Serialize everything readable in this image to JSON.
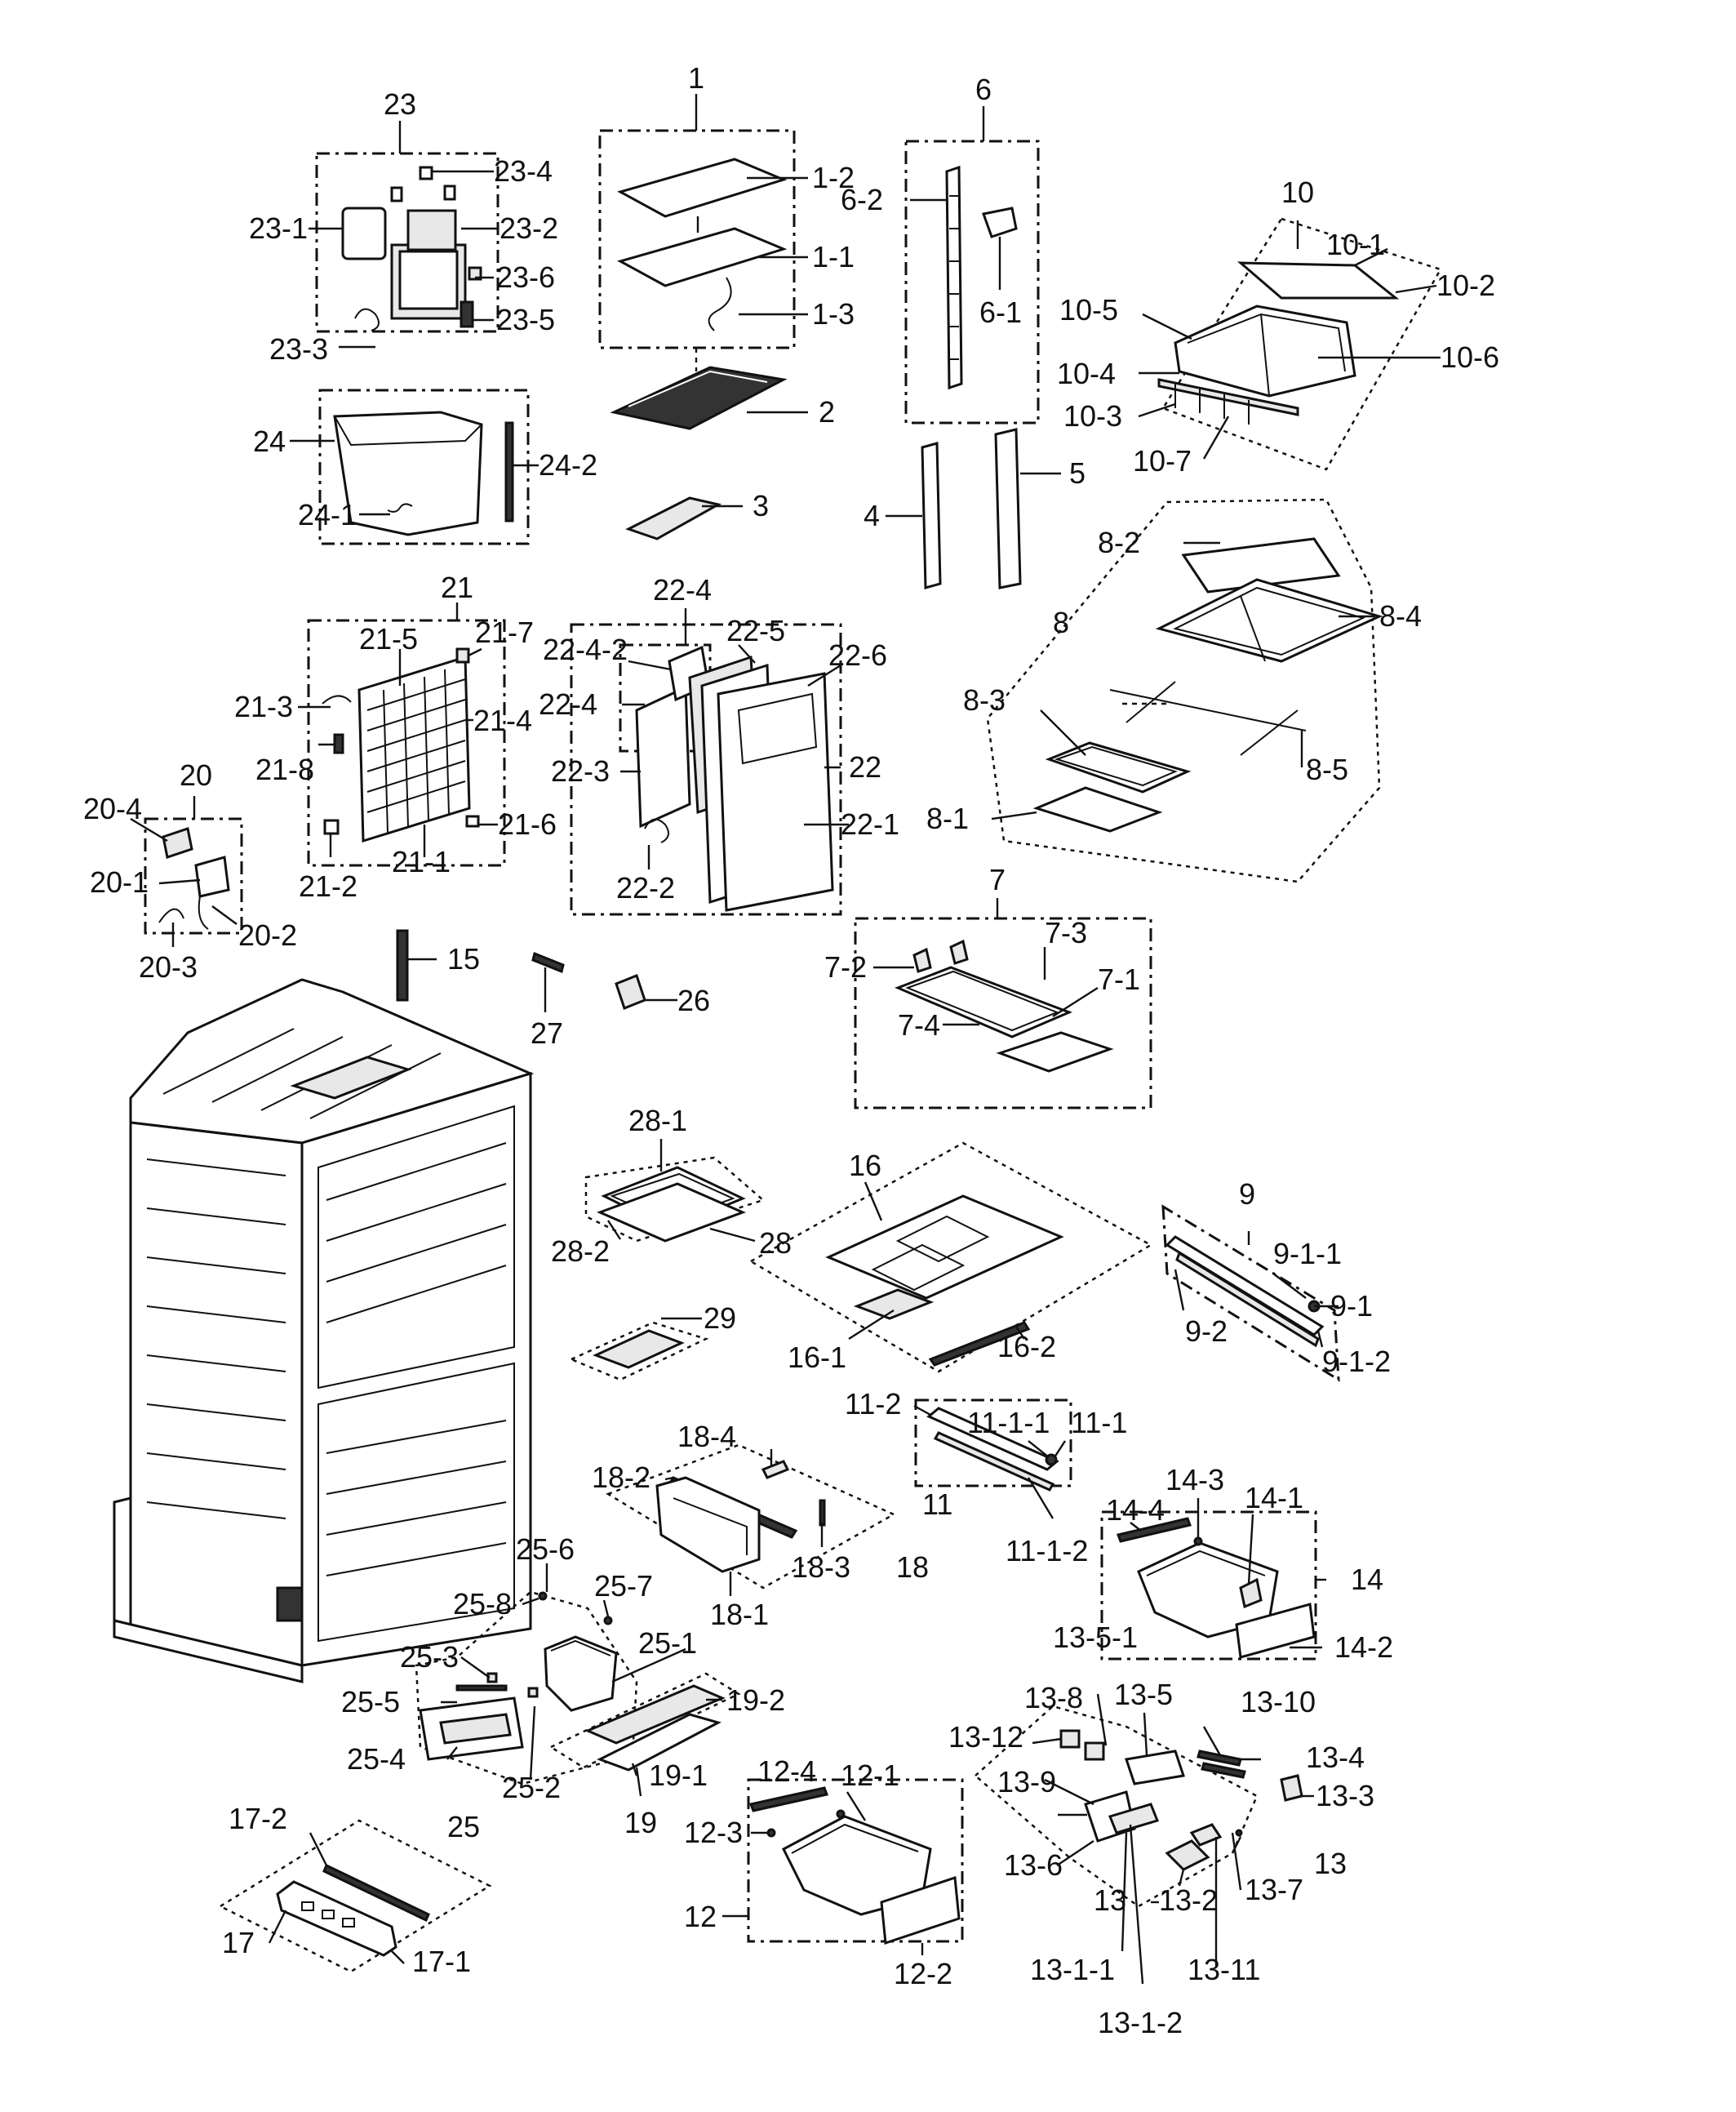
{
  "labels": {
    "l23": "23",
    "l23_1": "23-1",
    "l23_2": "23-2",
    "l23_3": "23-3",
    "l23_4": "23-4",
    "l23_5": "23-5",
    "l23_6": "23-6",
    "l24": "24",
    "l24_1": "24-1",
    "l24_2": "24-2",
    "l1": "1",
    "l1_1": "1-1",
    "l1_2": "1-2",
    "l1_3": "1-3",
    "l2": "2",
    "l3": "3",
    "l4": "4",
    "l5": "5",
    "l6": "6",
    "l6_1": "6-1",
    "l6_2": "6-2",
    "l10": "10",
    "l10_1": "10-1",
    "l10_2": "10-2",
    "l10_3": "10-3",
    "l10_4": "10-4",
    "l10_5": "10-5",
    "l10_6": "10-6",
    "l10_7": "10-7",
    "l8": "8",
    "l8_1": "8-1",
    "l8_2": "8-2",
    "l8_3": "8-3",
    "l8_4": "8-4",
    "l8_5": "8-5",
    "l21": "21",
    "l21_1": "21-1",
    "l21_2": "21-2",
    "l21_3": "21-3",
    "l21_4": "21-4",
    "l21_5": "21-5",
    "l21_6": "21-6",
    "l21_7": "21-7",
    "l21_8": "21-8",
    "l22": "22",
    "l22_1": "22-1",
    "l22_2": "22-2",
    "l22_3": "22-3",
    "l22_4": "22-4",
    "l22_4b": "22-4",
    "l22_4_2": "22-4-2",
    "l22_5": "22-5",
    "l22_6": "22-6",
    "l20": "20",
    "l20_1": "20-1",
    "l20_2": "20-2",
    "l20_3": "20-3",
    "l20_4": "20-4",
    "l15": "15",
    "l27": "27",
    "l26": "26",
    "l7": "7",
    "l7_1": "7-1",
    "l7_2": "7-2",
    "l7_3": "7-3",
    "l7_4": "7-4",
    "l28": "28",
    "l28_1": "28-1",
    "l28_2": "28-2",
    "l29": "29",
    "l16": "16",
    "l16_1": "16-1",
    "l16_2": "16-2",
    "l9": "9",
    "l9_1": "9-1",
    "l9_1_1": "9-1-1",
    "l9_1_2": "9-1-2",
    "l9_2": "9-2",
    "l11": "11",
    "l11_1": "11-1",
    "l11_1_1": "11-1-1",
    "l11_1_2": "11-1-2",
    "l11_2": "11-2",
    "l18": "18",
    "l18_1": "18-1",
    "l18_2": "18-2",
    "l18_3": "18-3",
    "l18_4": "18-4",
    "l14": "14",
    "l14_1": "14-1",
    "l14_2": "14-2",
    "l14_3": "14-3",
    "l14_4": "14-4",
    "l25": "25",
    "l25_1": "25-1",
    "l25_2": "25-2",
    "l25_3": "25-3",
    "l25_4": "25-4",
    "l25_5": "25-5",
    "l25_6": "25-6",
    "l25_7": "25-7",
    "l25_8": "25-8",
    "l19": "19",
    "l19_1": "19-1",
    "l19_2": "19-2",
    "l12": "12",
    "l12_1": "12-1",
    "l12_2": "12-2",
    "l12_3": "12-3",
    "l12_4": "12-4",
    "l17": "17",
    "l17_1": "17-1",
    "l17_2": "17-2",
    "l13": "13",
    "l13b": "13",
    "l13_1_1": "13-1-1",
    "l13_1_2": "13-1-2",
    "l13_2": "13-2",
    "l13_3": "13-3",
    "l13_4": "13-4",
    "l13_5": "13-5",
    "l13_5_1": "13-5-1",
    "l13_6": "13-6",
    "l13_7": "13-7",
    "l13_8": "13-8",
    "l13_9": "13-9",
    "l13_10": "13-10",
    "l13_11": "13-11",
    "l13_12": "13-12"
  }
}
